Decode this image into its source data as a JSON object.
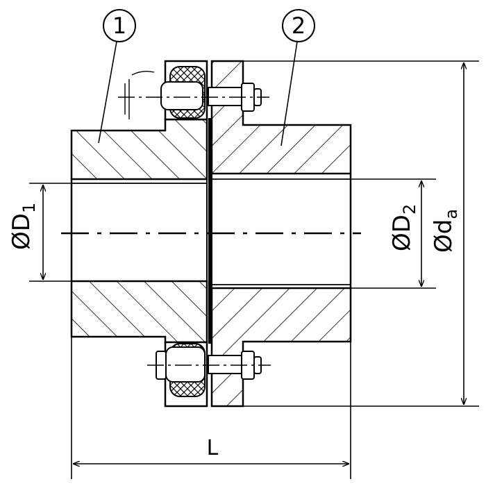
{
  "drawing": {
    "balloons": [
      {
        "label": "1"
      },
      {
        "label": "2"
      }
    ],
    "dimensions": {
      "d1_symbol": "Ø",
      "d1_letter": "D",
      "d1_sub": "1",
      "d2_symbol": "Ø",
      "d2_letter": "D",
      "d2_sub": "2",
      "da_symbol": "Ø",
      "da_letter": "d",
      "da_sub": "a",
      "length": "L"
    },
    "colors": {
      "line": "#000000",
      "background": "#ffffff"
    }
  }
}
